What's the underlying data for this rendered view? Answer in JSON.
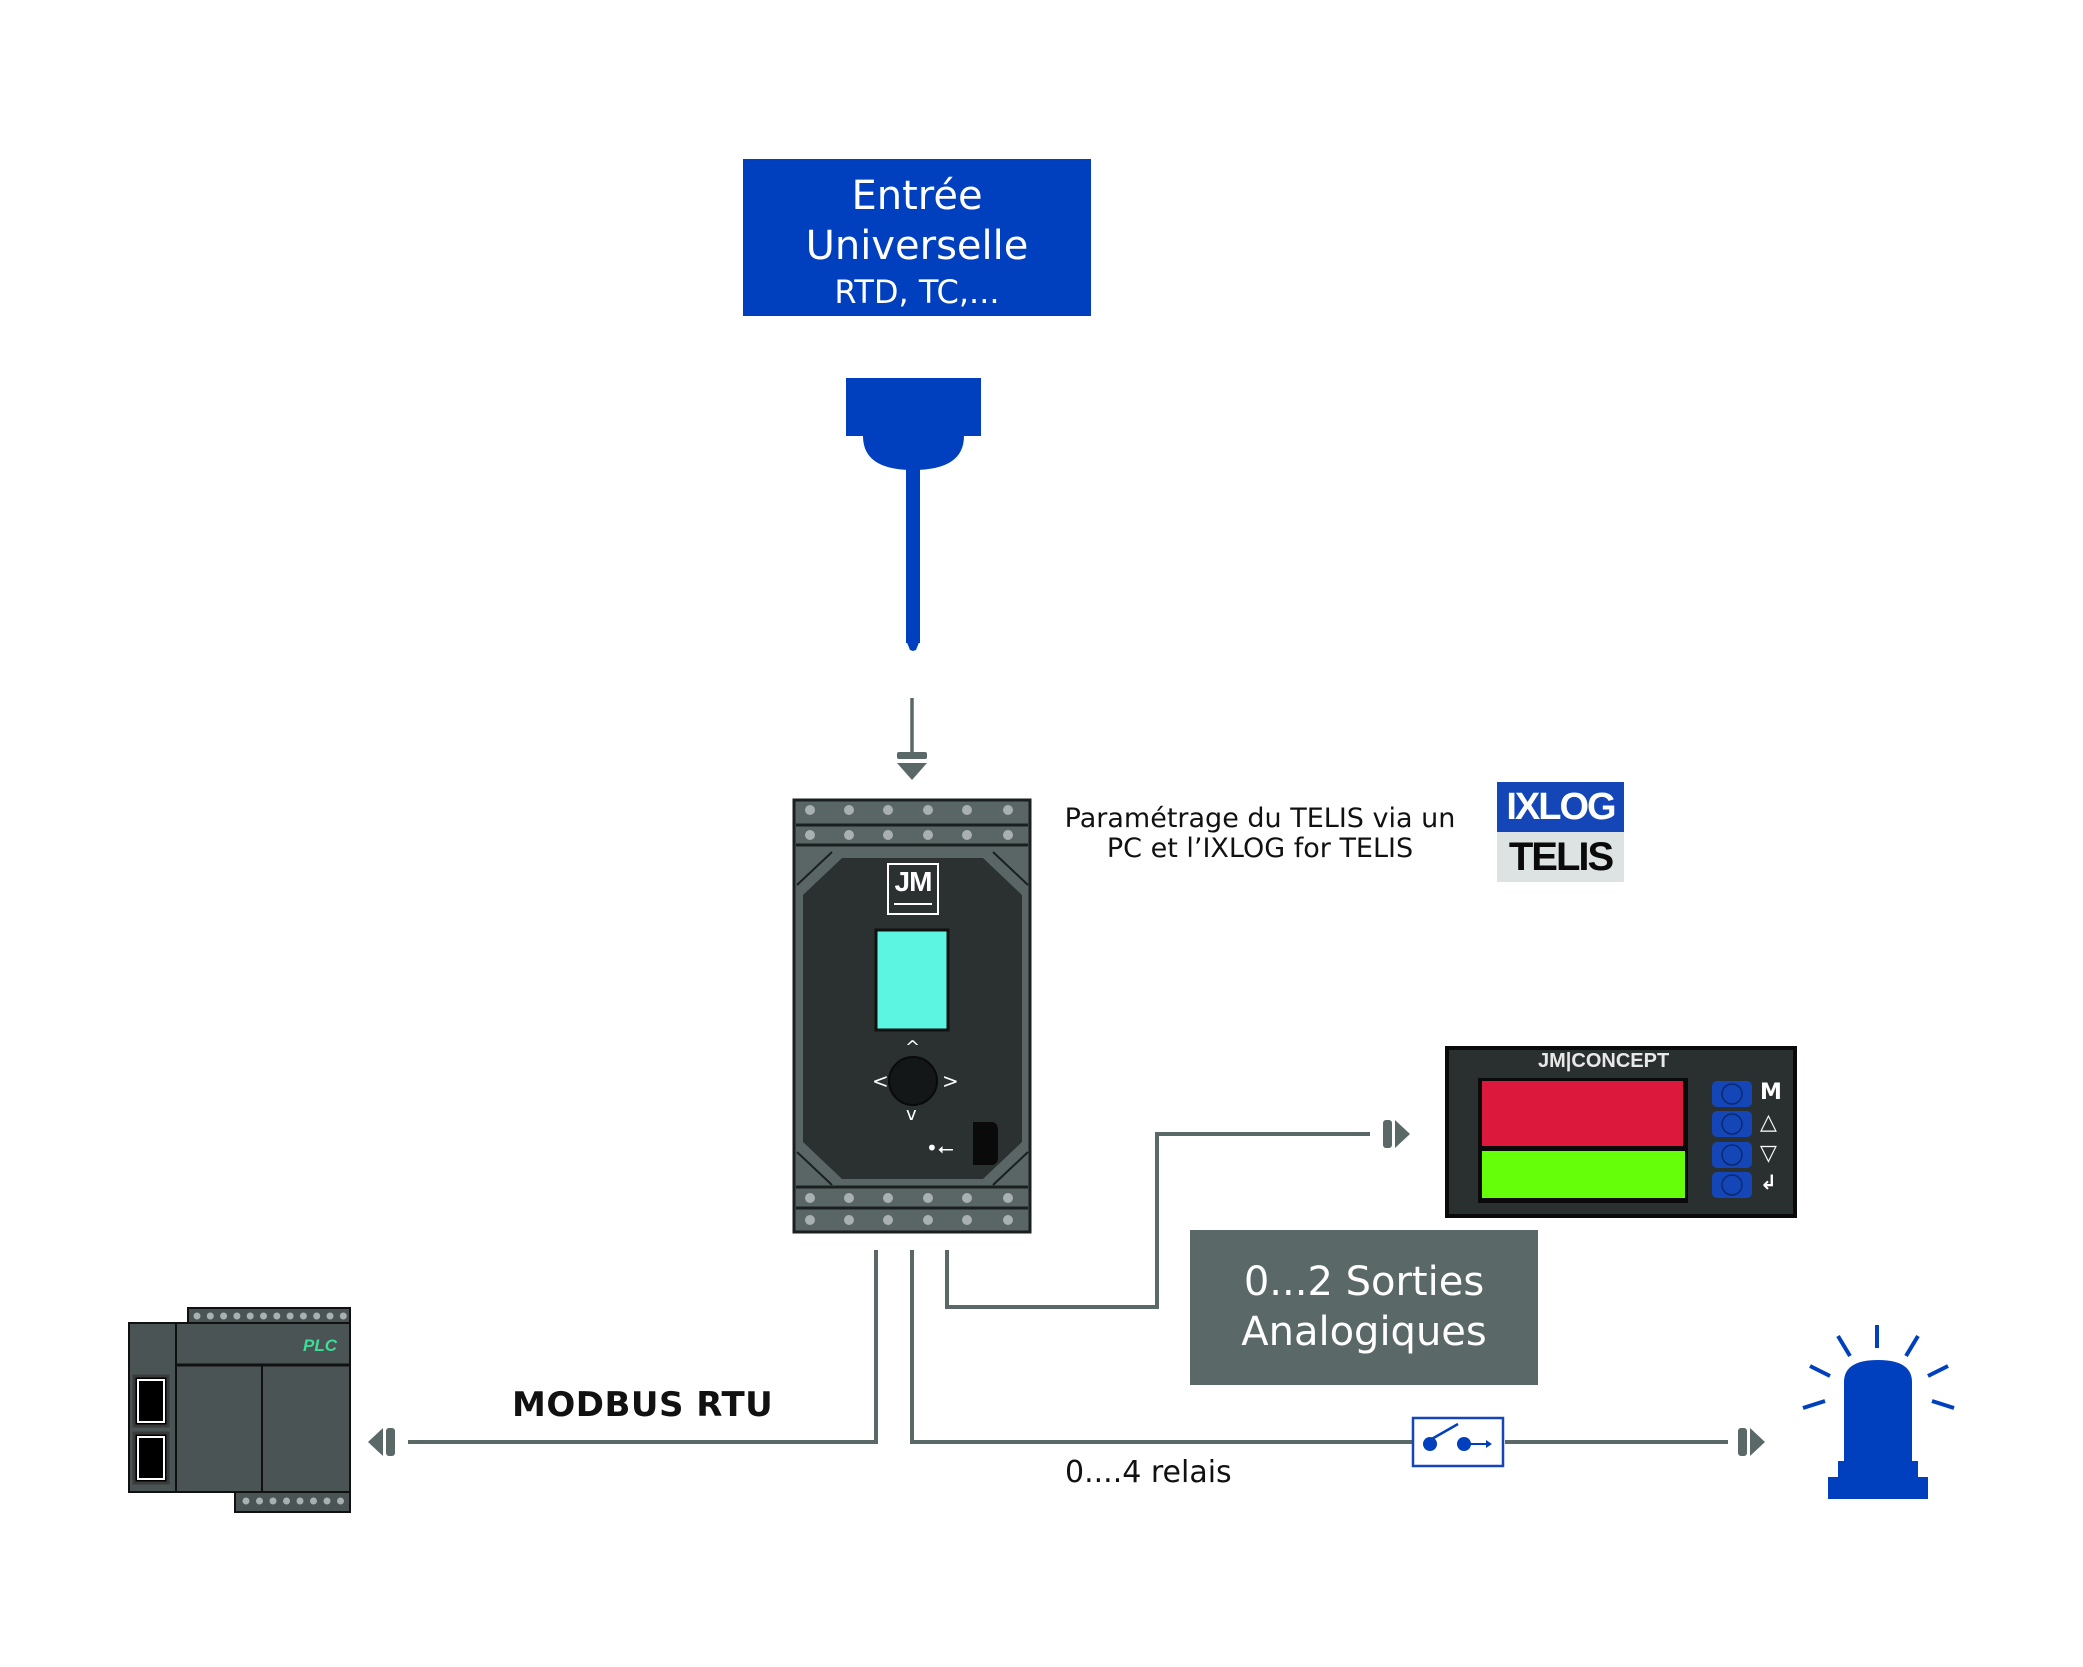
{
  "input_box": {
    "line1": "Entrée",
    "line2": "Universelle",
    "line3": "RTD, TC,..."
  },
  "configuration": {
    "line1": "Paramétrage du TELIS via un",
    "line2": "PC et l’IXLOG for TELIS"
  },
  "software_logo": {
    "top": "IXLOG",
    "bottom": "TELIS"
  },
  "device": {
    "brand": "JM",
    "nav_keys": [
      "^",
      "<",
      ">",
      "v"
    ],
    "usb_icon": "usb-icon",
    "display_color": "#5cf5e1"
  },
  "panel_display": {
    "brand": "JM|CONCEPT",
    "buttons": [
      "M",
      "△",
      "▽",
      "↲"
    ],
    "top_display_color": "#dc183c",
    "bottom_display_color": "#66ff0a"
  },
  "analog_outputs": {
    "line1": "0...2 Sorties",
    "line2": "Analogiques"
  },
  "plc": {
    "label": "PLC"
  },
  "links": {
    "modbus": "MODBUS RTU",
    "relays": "0....4 relais"
  },
  "colors": {
    "brand_blue": "#0040bf",
    "line_gray": "#5b6868",
    "device_dark": "#2a3030"
  }
}
